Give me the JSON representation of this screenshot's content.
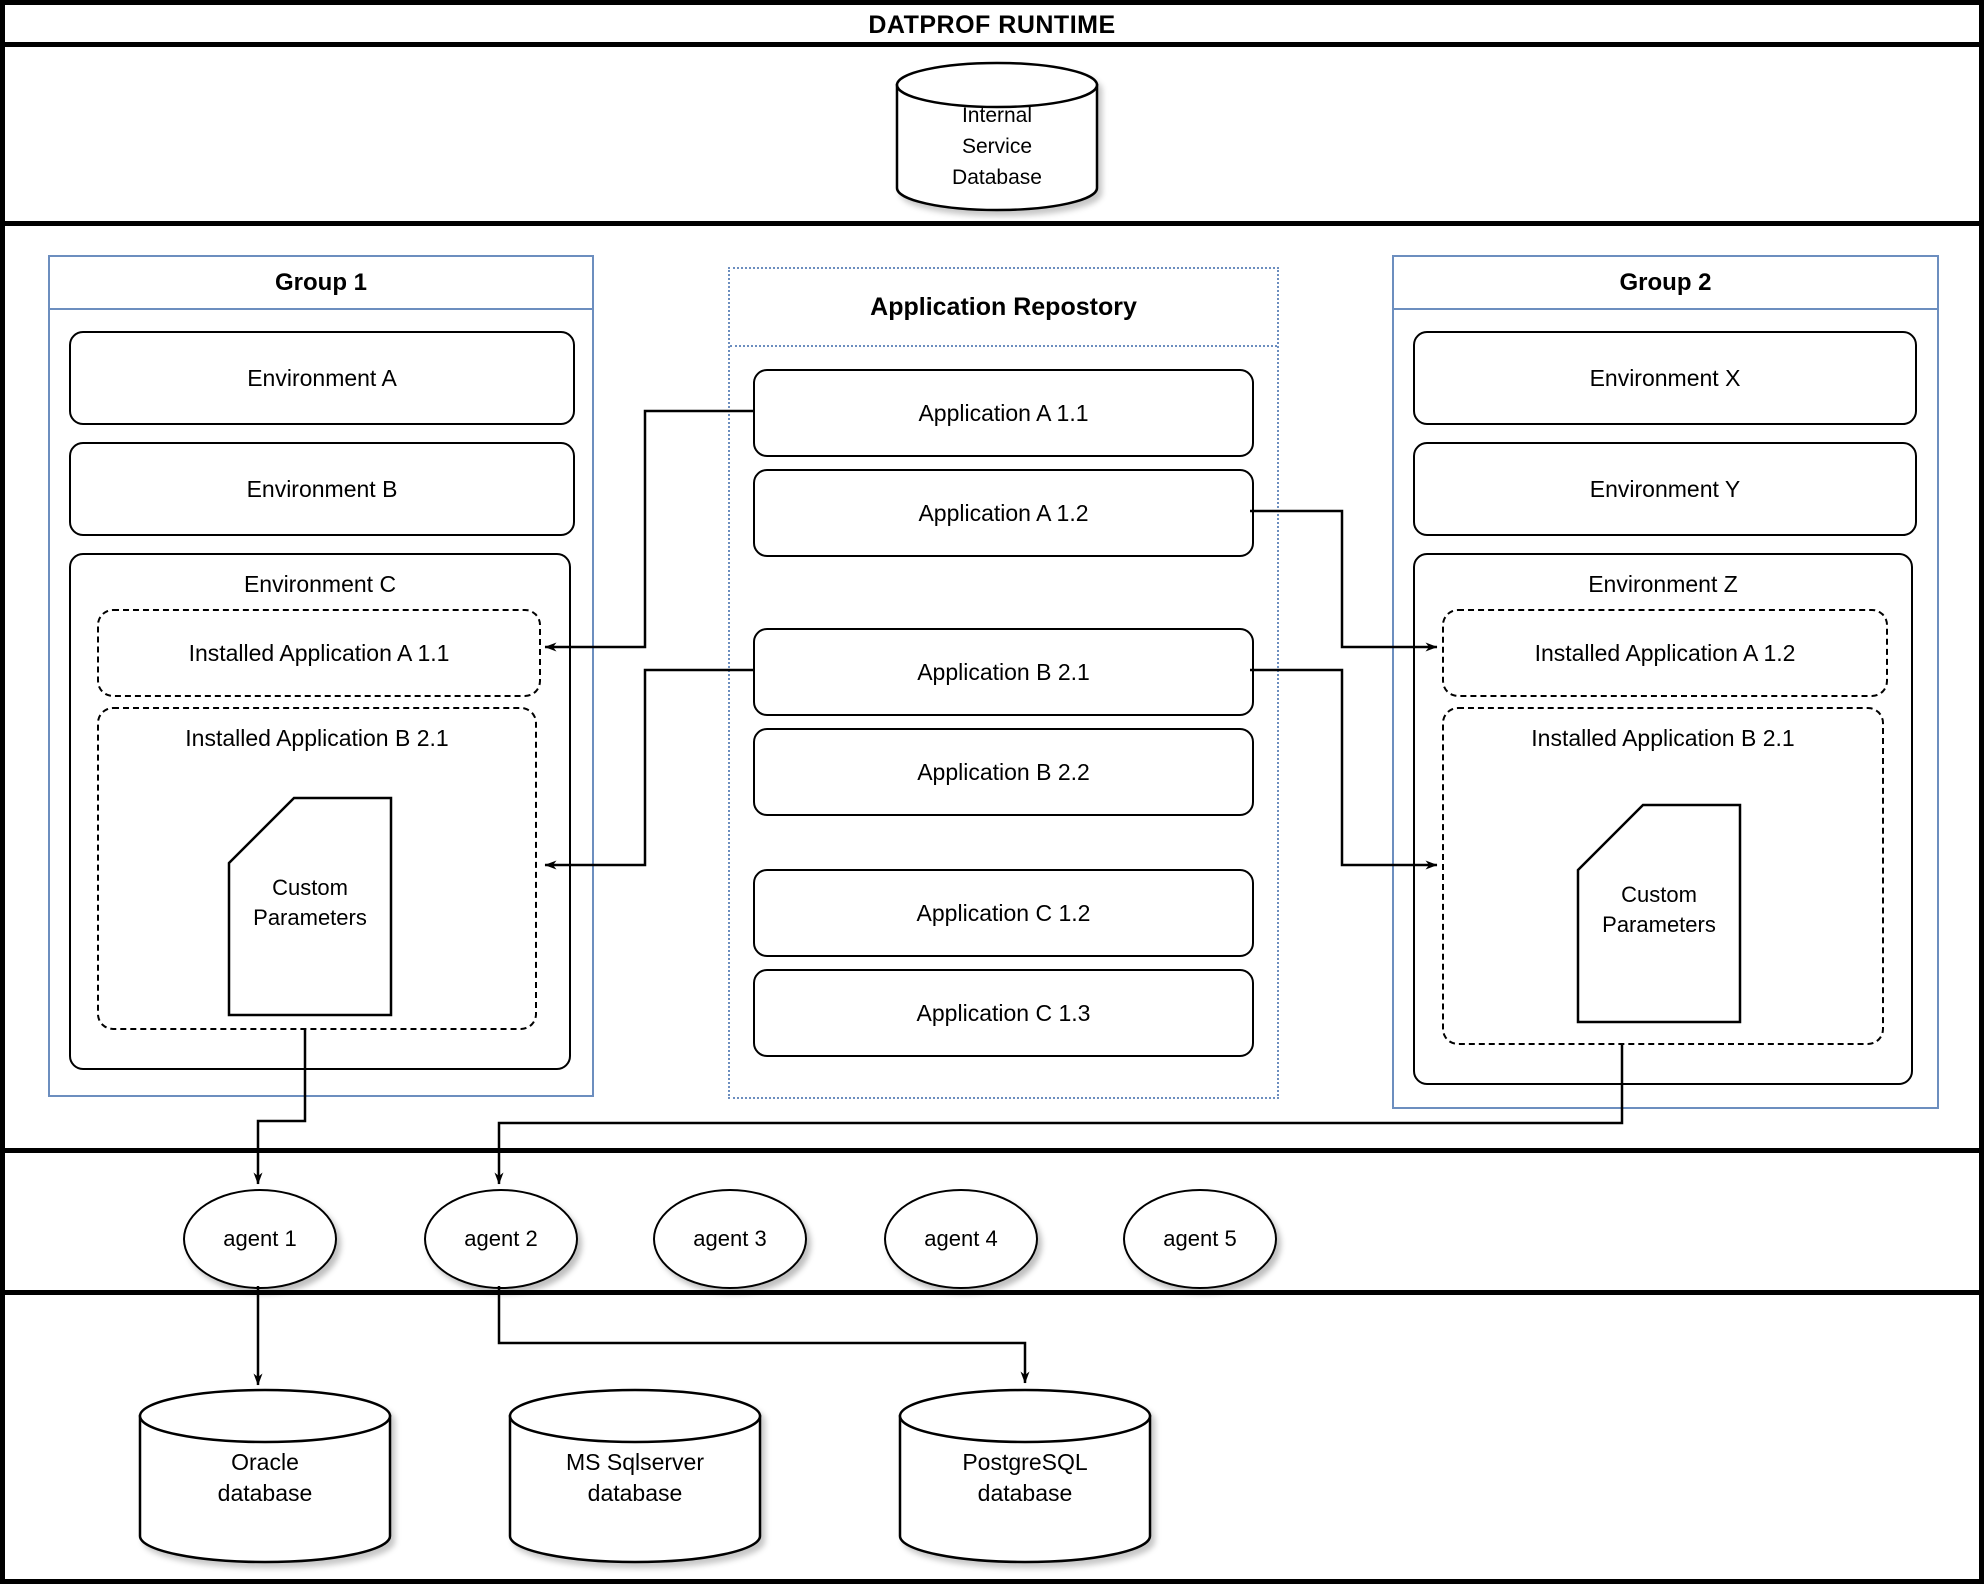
{
  "title": "DATPROF RUNTIME",
  "internal_service_db": {
    "line1": "Internal",
    "line2": "Service",
    "line3": "Database"
  },
  "group1": {
    "title": "Group 1",
    "env1": "Environment A",
    "env2": "Environment B",
    "env3": "Environment C",
    "installed1": "Installed Application A 1.1",
    "installed2": "Installed Application B 2.1",
    "custom1": "Custom",
    "custom2": "Parameters"
  },
  "repository": {
    "title": "Application Repostory",
    "apps": [
      "Application A 1.1",
      "Application A 1.2",
      "Application B 2.1",
      "Application B 2.2",
      "Application C 1.2",
      "Application C 1.3"
    ]
  },
  "group2": {
    "title": "Group 2",
    "env1": "Environment X",
    "env2": "Environment Y",
    "env3": "Environment Z",
    "installed1": "Installed Application A 1.2",
    "installed2": "Installed Application B 2.1",
    "custom1": "Custom",
    "custom2": "Parameters"
  },
  "agents": [
    "agent 1",
    "agent 2",
    "agent 3",
    "agent 4",
    "agent 5"
  ],
  "databases": [
    {
      "line1": "Oracle",
      "line2": "database"
    },
    {
      "line1": "MS Sqlserver",
      "line2": "database"
    },
    {
      "line1": "PostgreSQL",
      "line2": "database"
    }
  ],
  "colors": {
    "group_border": "#6c8ebf",
    "line": "#000000"
  }
}
